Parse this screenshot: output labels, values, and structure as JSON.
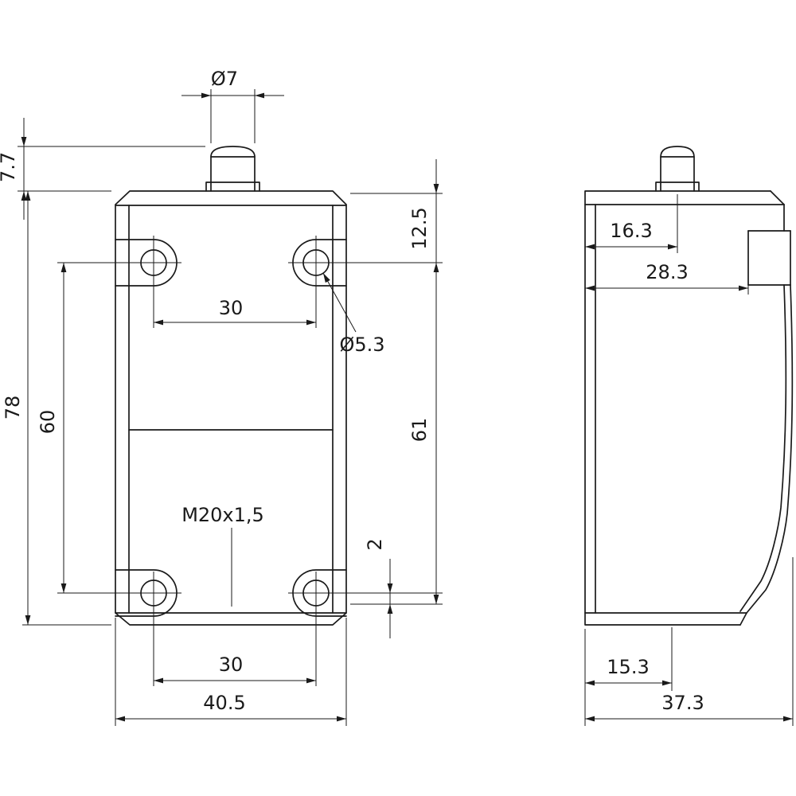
{
  "drawing": {
    "front_view": {
      "dim_plunger_diameter": "Ø7",
      "dim_plunger_height": "7.7",
      "dim_top_to_hole": "12.5",
      "dim_top_hole_spacing": "30",
      "dim_hole_diameter": "Ø5.3",
      "dim_overall_height": "78",
      "dim_hole_center_spacing": "60",
      "dim_hole_to_bottom": "61",
      "label_thread": "M20x1,5",
      "dim_bottom_offset": "2",
      "dim_bottom_hole_spacing": "30",
      "dim_overall_width": "40.5"
    },
    "side_view": {
      "dim_plunger_center_offset": "16.3",
      "dim_upper_width": "28.3",
      "dim_bottom_feature_offset": "15.3",
      "dim_overall_depth": "37.3"
    },
    "colors": {
      "line": "#1a1a1a",
      "background": "#ffffff"
    }
  }
}
